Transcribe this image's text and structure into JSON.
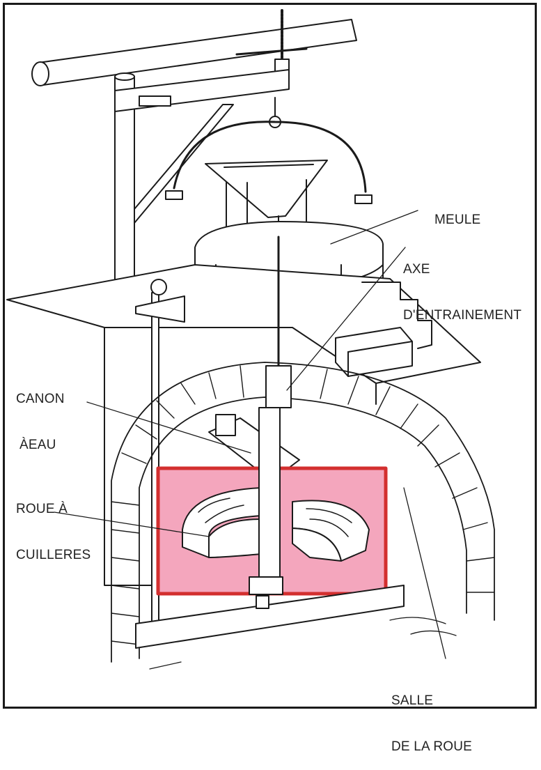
{
  "figure": {
    "subject": "horizontal water mill cross-section",
    "highlight": {
      "target": "roue-a-cuilleres",
      "border_color": "#d32f2f",
      "fill_color": "#f4a6bd"
    },
    "labels": {
      "meule": "MEULE",
      "axe_line1": "AXE",
      "axe_line2": "D'ENTRAINEMENT",
      "canon_line1": "CANON",
      "canon_line2": "ÀEAU",
      "roue_line1": "ROUE À",
      "roue_line2": "CUILLERES",
      "salle_line1": "SALLE",
      "salle_line2": "DE LA ROUE"
    }
  }
}
